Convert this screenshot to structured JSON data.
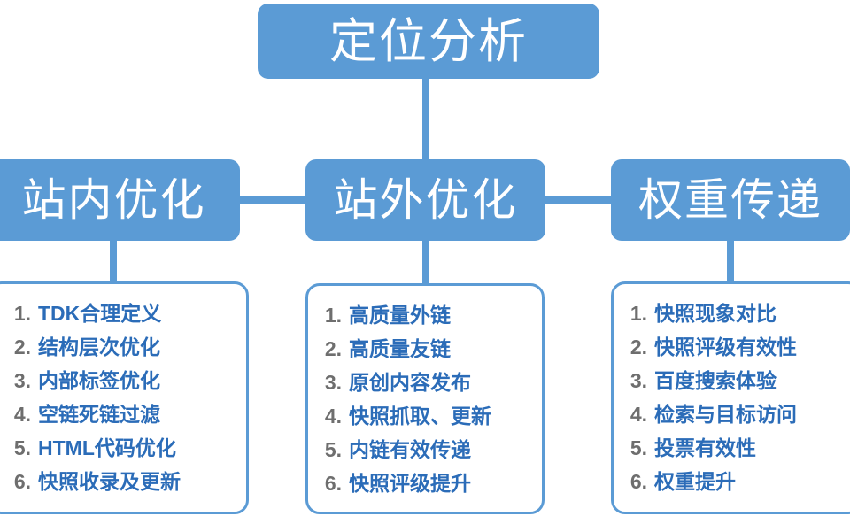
{
  "diagram": {
    "root": {
      "label": "定位分析"
    },
    "branches": [
      {
        "key": "onsite",
        "label": "站内优化",
        "items": [
          {
            "num": "1.",
            "text": "TDK合理定义"
          },
          {
            "num": "2.",
            "text": "结构层次优化"
          },
          {
            "num": "3.",
            "text": "内部标签优化"
          },
          {
            "num": "4.",
            "text": "空链死链过滤"
          },
          {
            "num": "5.",
            "text": "HTML代码优化"
          },
          {
            "num": "6.",
            "text": "快照收录及更新"
          }
        ]
      },
      {
        "key": "offsite",
        "label": "站外优化",
        "items": [
          {
            "num": "1.",
            "text": "高质量外链"
          },
          {
            "num": "2.",
            "text": "高质量友链"
          },
          {
            "num": "3.",
            "text": "原创内容发布"
          },
          {
            "num": "4.",
            "text": "快照抓取、更新"
          },
          {
            "num": "5.",
            "text": "内链有效传递"
          },
          {
            "num": "6.",
            "text": "快照评级提升"
          }
        ]
      },
      {
        "key": "weight",
        "label": "权重传递",
        "items": [
          {
            "num": "1.",
            "text": "快照现象对比"
          },
          {
            "num": "2.",
            "text": "快照评级有效性"
          },
          {
            "num": "3.",
            "text": "百度搜索体验"
          },
          {
            "num": "4.",
            "text": "检索与目标访问"
          },
          {
            "num": "5.",
            "text": "投票有效性"
          },
          {
            "num": "6.",
            "text": "权重提升"
          }
        ]
      }
    ],
    "colors": {
      "node_fill": "#5B9BD5",
      "node_text": "#FFFFFF",
      "card_border": "#5B9BD5",
      "card_fill": "#FFFFFF",
      "item_number": "#6E6E6E",
      "item_text": "#2B6CB8",
      "connector": "#5B9BD5",
      "background": "#FFFFFF"
    }
  }
}
